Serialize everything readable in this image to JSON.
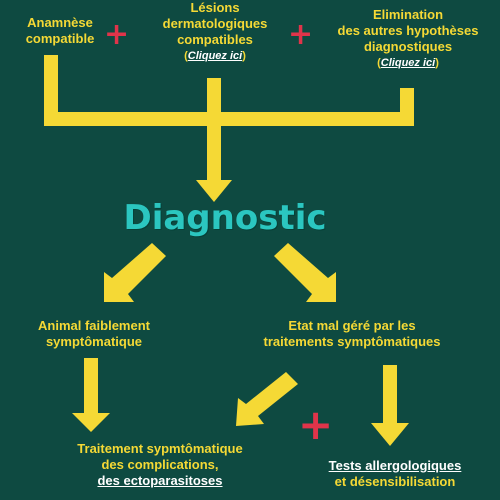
{
  "nodes": {
    "anamnese": [
      "Anamnèse",
      "compatible"
    ],
    "lesions": {
      "lines": [
        "Lésions",
        "dermatologiques",
        "compatibles"
      ],
      "link": "Cliquez ici"
    },
    "elimination": {
      "lines": [
        "Elimination",
        "des autres hypothèses",
        "diagnostiques"
      ],
      "link_open": "(",
      "link": "Cliquez ici",
      "link_close": ")"
    },
    "diagnostic": "Diagnostic",
    "animal": [
      "Animal faiblement",
      "symptômatique"
    ],
    "etat": [
      "Etat mal géré par les",
      "traitements symptômatiques"
    ],
    "traitement": {
      "lines": [
        "Traitement sypmtômatique",
        "des complications,"
      ],
      "link": "des ectoparasitoses"
    },
    "tests": {
      "link": "Tests allergologiques",
      "line": "et désensibilisation"
    }
  },
  "plus_sign": "+",
  "colors": {
    "background": "#0e4a41",
    "arrow": "#f5d935",
    "text": "#f5d935",
    "title": "#2bc6c0",
    "plus": "#e0344a",
    "link": "#ffffff"
  }
}
